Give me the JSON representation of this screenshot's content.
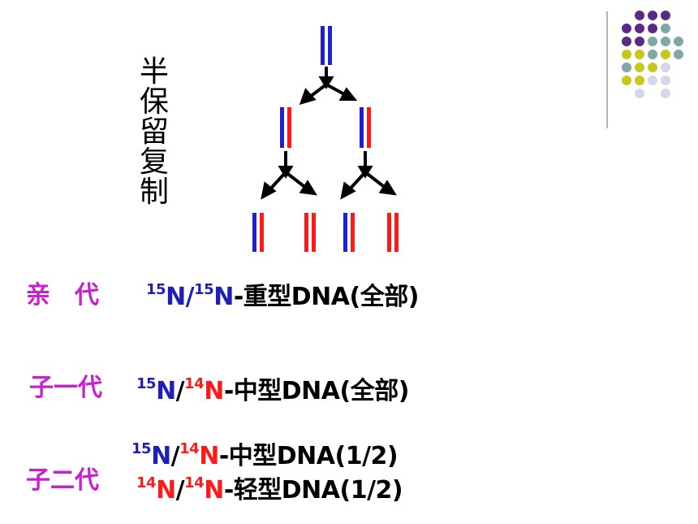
{
  "title": "半保留复制",
  "colors": {
    "blue_strand": "#1f1fd8",
    "red_strand": "#ff1a1a",
    "label": "#c81fd0",
    "n15": "#1f1fb8",
    "n14": "#ff1a1a",
    "dot_purple": "#5a2a86",
    "dot_teal": "#7fa8a8",
    "dot_yellow": "#c8c81a",
    "dot_lavender": "#d6d6e8"
  },
  "generations": [
    {
      "label": "亲　代",
      "lines": [
        {
          "iso1": "15",
          "el1": "N",
          "iso2": "15",
          "el2": "N",
          "desc": "-重型DNA(全部)"
        }
      ]
    },
    {
      "label": "子一代",
      "lines": [
        {
          "iso1": "15",
          "el1": "N",
          "iso2": "14",
          "el2": "N",
          "desc": "-中型DNA(全部)"
        }
      ]
    },
    {
      "label": "子二代",
      "lines": [
        {
          "iso1": "15",
          "el1": "N",
          "iso2": "14",
          "el2": "N",
          "desc": "-中型DNA(1/2)"
        },
        {
          "iso1": "14",
          "el1": "N",
          "iso2": "14",
          "el2": "N",
          "desc": "-轻型DNA(1/2)"
        }
      ]
    }
  ],
  "diagram": {
    "parent": [
      [
        "blue",
        "blue"
      ]
    ],
    "gen1": [
      [
        "blue",
        "red"
      ],
      [
        "blue",
        "red"
      ]
    ],
    "gen2": [
      [
        "blue",
        "red"
      ],
      [
        "red",
        "red"
      ],
      [
        "blue",
        "red"
      ],
      [
        "red",
        "red"
      ]
    ]
  }
}
